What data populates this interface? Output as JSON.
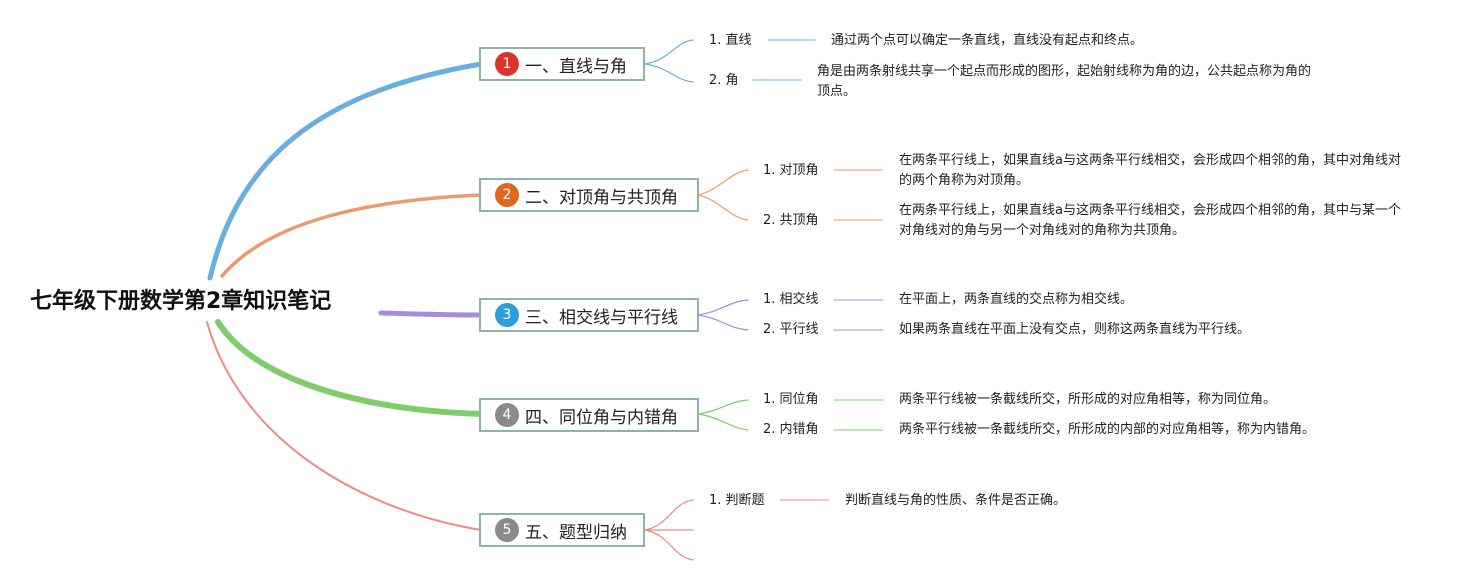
{
  "root": {
    "title": "七年级下册数学第2章知识笔记"
  },
  "branches": [
    {
      "number": "1",
      "label": "一、直线与角",
      "color": "#6aaede",
      "badge_color": "#d9352a",
      "children": [
        {
          "label": "1. 直线",
          "desc": "通过两个点可以确定一条直线，直线没有起点和终点。"
        },
        {
          "label": "2. 角",
          "desc": "角是由两条射线共享一个起点而形成的图形，起始射线称为角的边，公共起点称为角的顶点。"
        }
      ]
    },
    {
      "number": "2",
      "label": "二、对顶角与共顶角",
      "color": "#ea9a6c",
      "badge_color": "#e2661f",
      "children": [
        {
          "label": "1. 对顶角",
          "desc": "在两条平行线上，如果直线a与这两条平行线相交，会形成四个相邻的角，其中对角线对的两个角称为对顶角。"
        },
        {
          "label": "2. 共顶角",
          "desc": "在两条平行线上，如果直线a与这两条平行线相交，会形成四个相邻的角，其中与某一个对角线对的角与另一个对角线对的角称为共顶角。"
        }
      ]
    },
    {
      "number": "3",
      "label": "三、相交线与平行线",
      "color": "#a58ce0",
      "badge_color": "#2d9fdc",
      "children": [
        {
          "label": "1. 相交线",
          "desc": "在平面上，两条直线的交点称为相交线。"
        },
        {
          "label": "2. 平行线",
          "desc": "如果两条直线在平面上没有交点，则称这两条直线为平行线。"
        }
      ]
    },
    {
      "number": "4",
      "label": "四、同位角与内错角",
      "color": "#7fcc6d",
      "badge_color": "#8a8a8a",
      "children": [
        {
          "label": "1. 同位角",
          "desc": "两条平行线被一条截线所交，所形成的对应角相等，称为同位角。"
        },
        {
          "label": "2. 内错角",
          "desc": "两条平行线被一条截线所交，所形成的内部的对应角相等，称为内错角。"
        }
      ]
    },
    {
      "number": "5",
      "label": "五、题型归纳",
      "color": "#ec8a86",
      "badge_color": "#8a8a8a",
      "children": [
        {
          "label": "1. 判断题",
          "desc": "判断直线与角的性质、条件是否正确。"
        }
      ]
    }
  ]
}
